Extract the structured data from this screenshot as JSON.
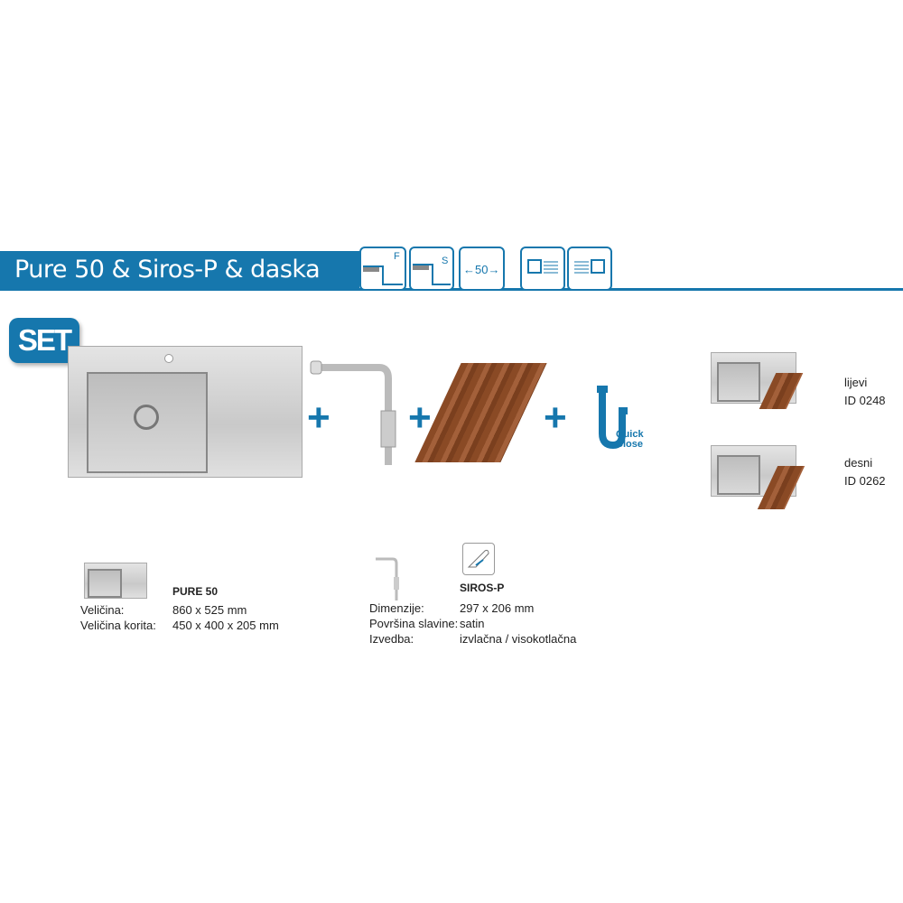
{
  "header": {
    "title": "Pure 50 & Siros-P & daska"
  },
  "feature_icons": [
    {
      "name": "flush-mount-icon",
      "label": "F"
    },
    {
      "name": "standard-mount-icon",
      "label": "S"
    },
    {
      "name": "cabinet-width-icon",
      "label": "←50→"
    },
    {
      "name": "bowl-left-icon",
      "label": ""
    },
    {
      "name": "bowl-right-icon",
      "label": ""
    }
  ],
  "badge": {
    "label": "SET"
  },
  "siphon": {
    "label_line1": "Quick",
    "label_line2": "Close"
  },
  "variants": [
    {
      "side": "lijevi",
      "id": "ID 0248"
    },
    {
      "side": "desni",
      "id": "ID 0262"
    }
  ],
  "sink_spec": {
    "name": "PURE 50",
    "rows": [
      {
        "label": "Veličina:",
        "value": "860 x 525 mm"
      },
      {
        "label": "Veličina korita:",
        "value": "450 x 400 x 205 mm"
      }
    ]
  },
  "faucet_spec": {
    "name": "SIROS-P",
    "rows": [
      {
        "label": "Dimenzije:",
        "value": "297 x 206 mm"
      },
      {
        "label": "Površina slavine:",
        "value": "satin"
      },
      {
        "label": "Izvedba:",
        "value": "izvlačna / visokotlačna"
      }
    ]
  },
  "colors": {
    "accent": "#1677ad"
  }
}
